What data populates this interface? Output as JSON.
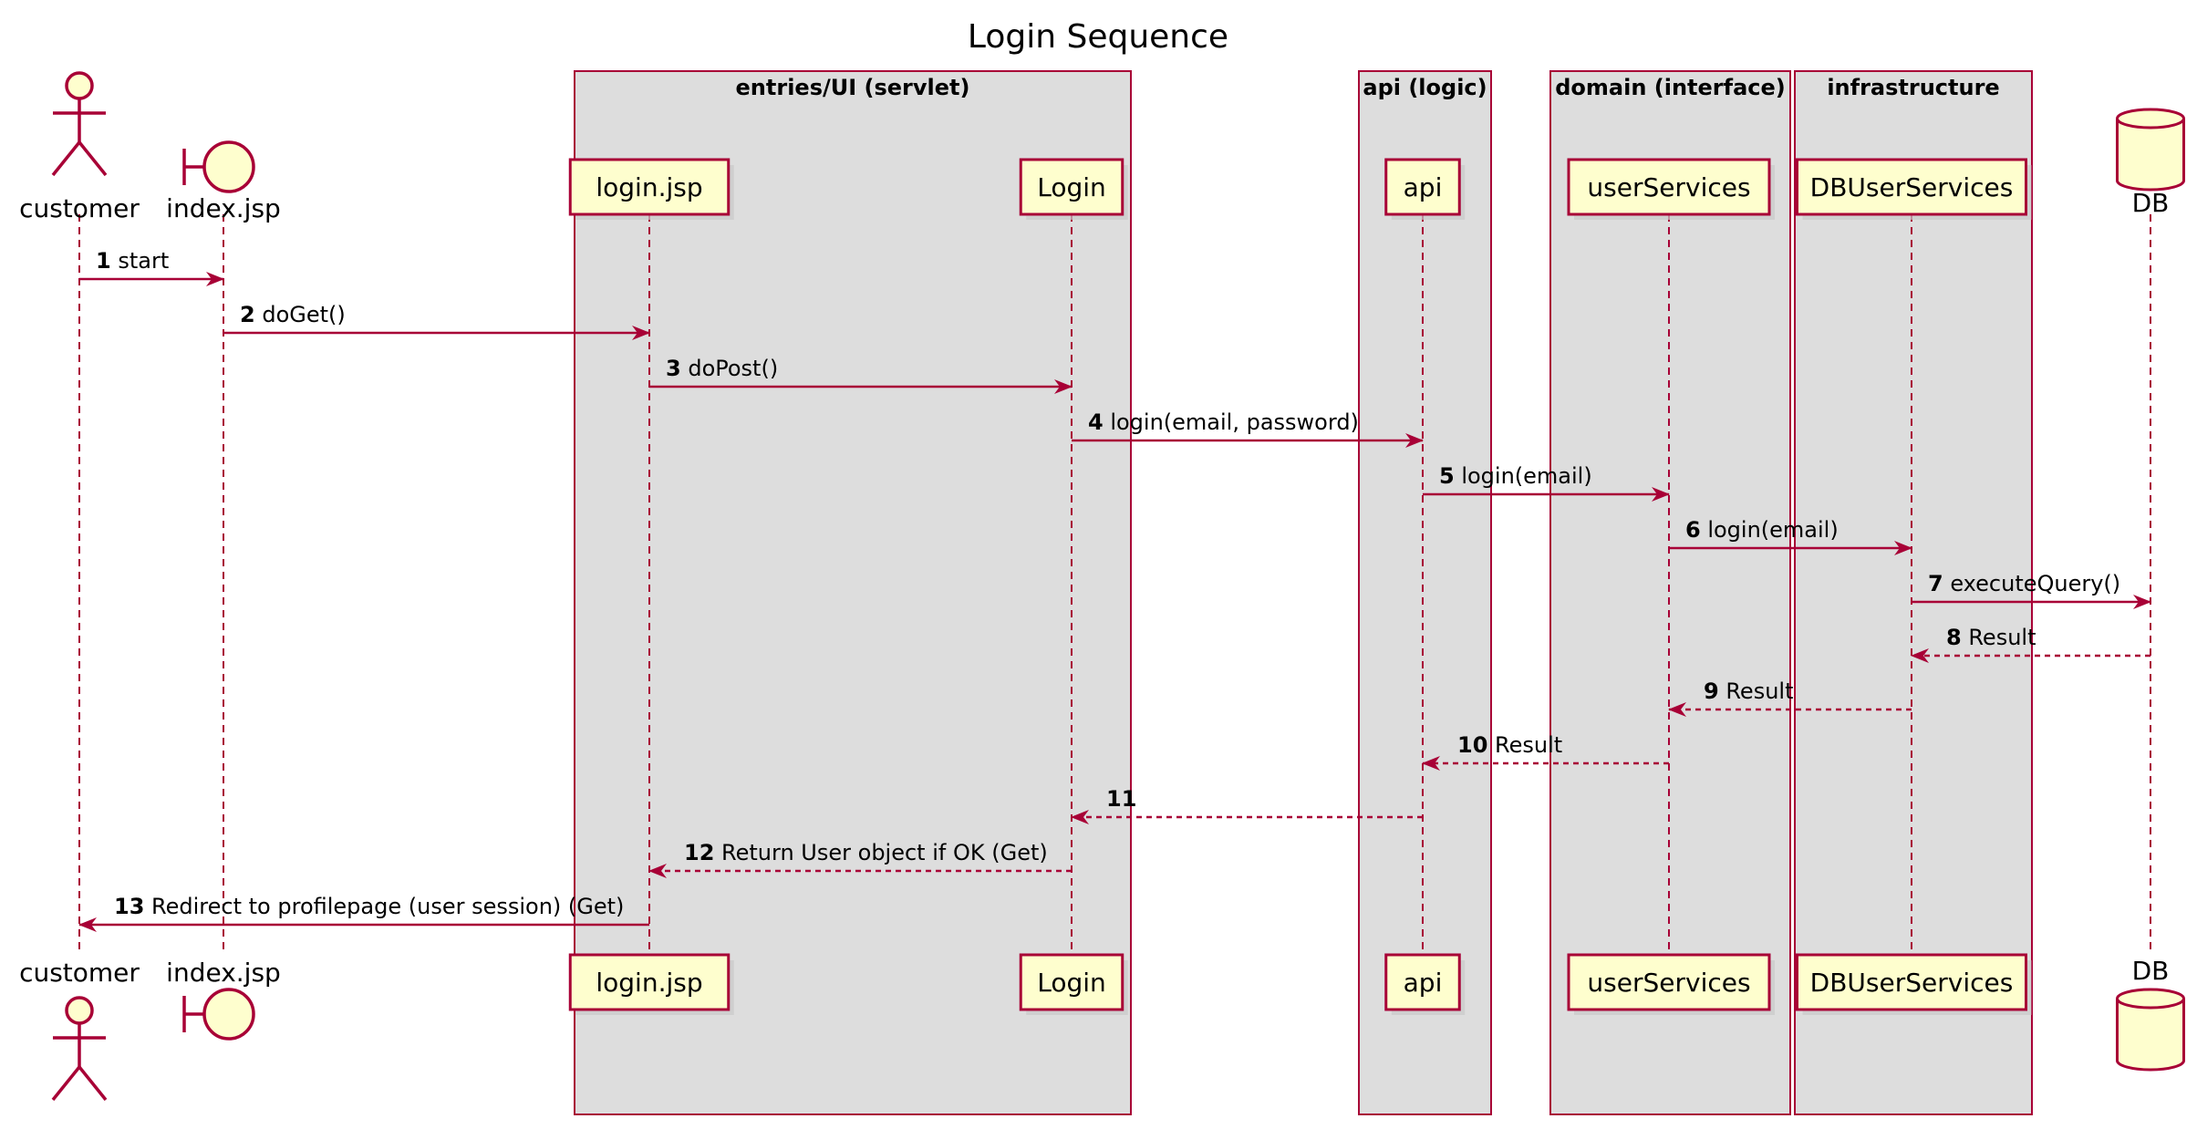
{
  "diagram": {
    "title": "Login Sequence",
    "colors": {
      "line": "#A80036",
      "participant_fill": "#FEFECE",
      "box_fill": "#DDDDDD",
      "background": "#FFFFFF"
    },
    "boxes": [
      {
        "id": "entries",
        "label": "entries/UI (servlet)",
        "participants": [
          "login_jsp",
          "login"
        ]
      },
      {
        "id": "api",
        "label": "api (logic)",
        "participants": [
          "api"
        ]
      },
      {
        "id": "domain",
        "label": "domain (interface)",
        "participants": [
          "user_services"
        ]
      },
      {
        "id": "infrastructure",
        "label": "infrastructure",
        "participants": [
          "db_user_services"
        ]
      }
    ],
    "participants": [
      {
        "id": "customer",
        "label": "customer",
        "kind": "actor"
      },
      {
        "id": "index_jsp",
        "label": "index.jsp",
        "kind": "boundary"
      },
      {
        "id": "login_jsp",
        "label": "login.jsp",
        "kind": "participant"
      },
      {
        "id": "login",
        "label": "Login",
        "kind": "participant"
      },
      {
        "id": "api",
        "label": "api",
        "kind": "participant"
      },
      {
        "id": "user_services",
        "label": "userServices",
        "kind": "participant"
      },
      {
        "id": "db_user_services",
        "label": "DBUserServices",
        "kind": "participant"
      },
      {
        "id": "db",
        "label": "DB",
        "kind": "database"
      }
    ],
    "messages": [
      {
        "num": "1",
        "text": "start",
        "from": "customer",
        "to": "index_jsp",
        "style": "solid"
      },
      {
        "num": "2",
        "text": "doGet()",
        "from": "index_jsp",
        "to": "login_jsp",
        "style": "solid"
      },
      {
        "num": "3",
        "text": "doPost()",
        "from": "login_jsp",
        "to": "login",
        "style": "solid"
      },
      {
        "num": "4",
        "text": "login(email, password)",
        "from": "login",
        "to": "api",
        "style": "solid"
      },
      {
        "num": "5",
        "text": "login(email)",
        "from": "api",
        "to": "user_services",
        "style": "solid"
      },
      {
        "num": "6",
        "text": "login(email)",
        "from": "user_services",
        "to": "db_user_services",
        "style": "solid"
      },
      {
        "num": "7",
        "text": "executeQuery()",
        "from": "db_user_services",
        "to": "db",
        "style": "solid"
      },
      {
        "num": "8",
        "text": "Result",
        "from": "db",
        "to": "db_user_services",
        "style": "dashed"
      },
      {
        "num": "9",
        "text": "Result",
        "from": "db_user_services",
        "to": "user_services",
        "style": "dashed"
      },
      {
        "num": "10",
        "text": "Result",
        "from": "user_services",
        "to": "api",
        "style": "dashed"
      },
      {
        "num": "11",
        "text": "",
        "from": "api",
        "to": "login",
        "style": "dashed"
      },
      {
        "num": "12",
        "text": "Return User object if OK (Get)",
        "from": "login",
        "to": "login_jsp",
        "style": "dashed"
      },
      {
        "num": "13",
        "text": "Redirect to profilepage (user session) (Get)",
        "from": "login_jsp",
        "to": "customer",
        "style": "solid"
      }
    ]
  }
}
